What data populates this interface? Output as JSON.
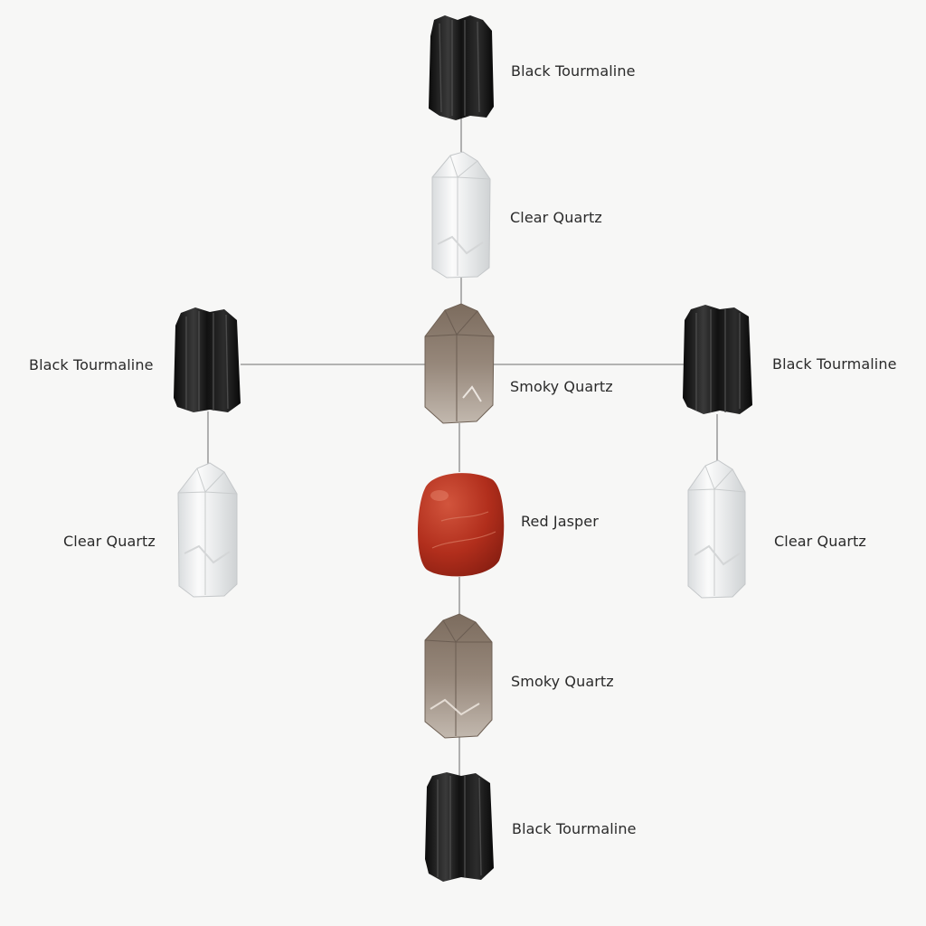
{
  "crystals": {
    "top_tourmaline": {
      "name": "Black Tourmaline"
    },
    "top_quartz": {
      "name": "Clear Quartz"
    },
    "center_smoky": {
      "name": "Smoky Quartz"
    },
    "left_tourmaline": {
      "name": "Black Tourmaline"
    },
    "left_quartz": {
      "name": "Clear Quartz"
    },
    "right_tourmaline": {
      "name": "Black Tourmaline"
    },
    "right_quartz": {
      "name": "Clear Quartz"
    },
    "red_jasper": {
      "name": "Red Jasper"
    },
    "lower_smoky": {
      "name": "Smoky Quartz"
    },
    "bottom_tourmaline": {
      "name": "Black Tourmaline"
    }
  },
  "colors": {
    "background": "#f7f7f6",
    "connector": "#8a8a8a",
    "tourmaline": "#141414",
    "clear_quartz": "#eef0f1",
    "smoky_quartz": "#8b7a6a",
    "red_jasper": "#b12e1c"
  }
}
